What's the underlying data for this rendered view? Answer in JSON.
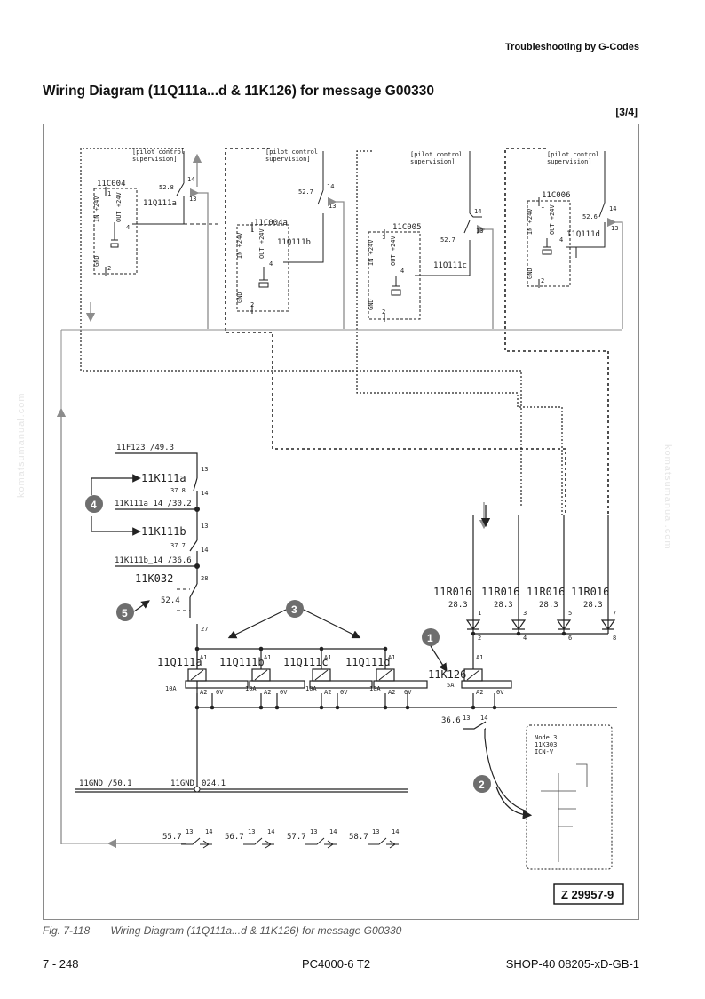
{
  "header": {
    "section": "Troubleshooting by G-Codes",
    "title": "Wiring Diagram (11Q111a...d & 11K126) for message G00330",
    "page_marker": "[3/4]"
  },
  "watermark": "komatsumanual.com",
  "diagram": {
    "supervision_label": [
      "[pilot control",
      "supervision]"
    ],
    "pilot_blocks": [
      {
        "module": "11C004",
        "relay": "11Q111a",
        "ref": "52.8"
      },
      {
        "module": "11C004a",
        "relay": "11Q111b",
        "ref": "52.7"
      },
      {
        "module": "11C005",
        "relay": "11Q111c",
        "ref": "52.7"
      },
      {
        "module": "11C006",
        "relay": "11Q111d",
        "ref": "52.6"
      }
    ],
    "module_pins": {
      "in": "IN +24V",
      "out": "OUT +24V",
      "gnd": "GND",
      "p1": "1",
      "p2": "2",
      "p4": "4"
    },
    "contact_pins": {
      "p13": "13",
      "p14": "14"
    },
    "supply": {
      "fuse": "11F123 /49.3",
      "k111a": "11K111a",
      "k111a_ref": "37.8",
      "k111a_out": "11K111a_14 /30.2",
      "k111b": "11K111b",
      "k111b_ref": "37.7",
      "k111b_out": "11K111b_14 /36.6",
      "k032": "11K032",
      "k032_ref": "52.4",
      "p28": "28",
      "p27": "27"
    },
    "diodes": [
      {
        "name": "11R016",
        "ref": "28.3",
        "in": "1",
        "out": "2"
      },
      {
        "name": "11R016",
        "ref": "28.3",
        "in": "3",
        "out": "4"
      },
      {
        "name": "11R016",
        "ref": "28.3",
        "in": "5",
        "out": "6"
      },
      {
        "name": "11R016",
        "ref": "28.3",
        "in": "7",
        "out": "8"
      }
    ],
    "coils": [
      {
        "name": "11Q111a",
        "fuse": "10A"
      },
      {
        "name": "11Q111b",
        "fuse": "10A"
      },
      {
        "name": "11Q111c",
        "fuse": "10A"
      },
      {
        "name": "11Q111d",
        "fuse": "10A"
      },
      {
        "name": "11K126",
        "fuse": "5A"
      }
    ],
    "coil_pins": {
      "a1": "A1",
      "a2": "A2",
      "zero": "0V"
    },
    "k126_contact": "36.6",
    "ground": {
      "left": "11GND /50.1",
      "mid": "11GND",
      "ref": "024.1"
    },
    "bottom_contacts": [
      "55.7",
      "56.7",
      "57.7",
      "58.7"
    ],
    "badges": [
      "1",
      "2",
      "3",
      "4",
      "5"
    ],
    "inset": {
      "node": "Node 3",
      "id": "11K303",
      "type": "ICN-V"
    },
    "ref_number": "Z 29957-9"
  },
  "caption": {
    "fig": "Fig. 7-118",
    "text": "Wiring Diagram (11Q111a...d & 11K126) for message G00330"
  },
  "footer": {
    "page": "7 - 248",
    "model": "PC4000-6 T2",
    "doc": "SHOP-40 08205-xD-GB-1"
  },
  "colors": {
    "line": "#222222",
    "arrow_gray": "#8c8c8c",
    "badge": "#6e6e6e"
  }
}
